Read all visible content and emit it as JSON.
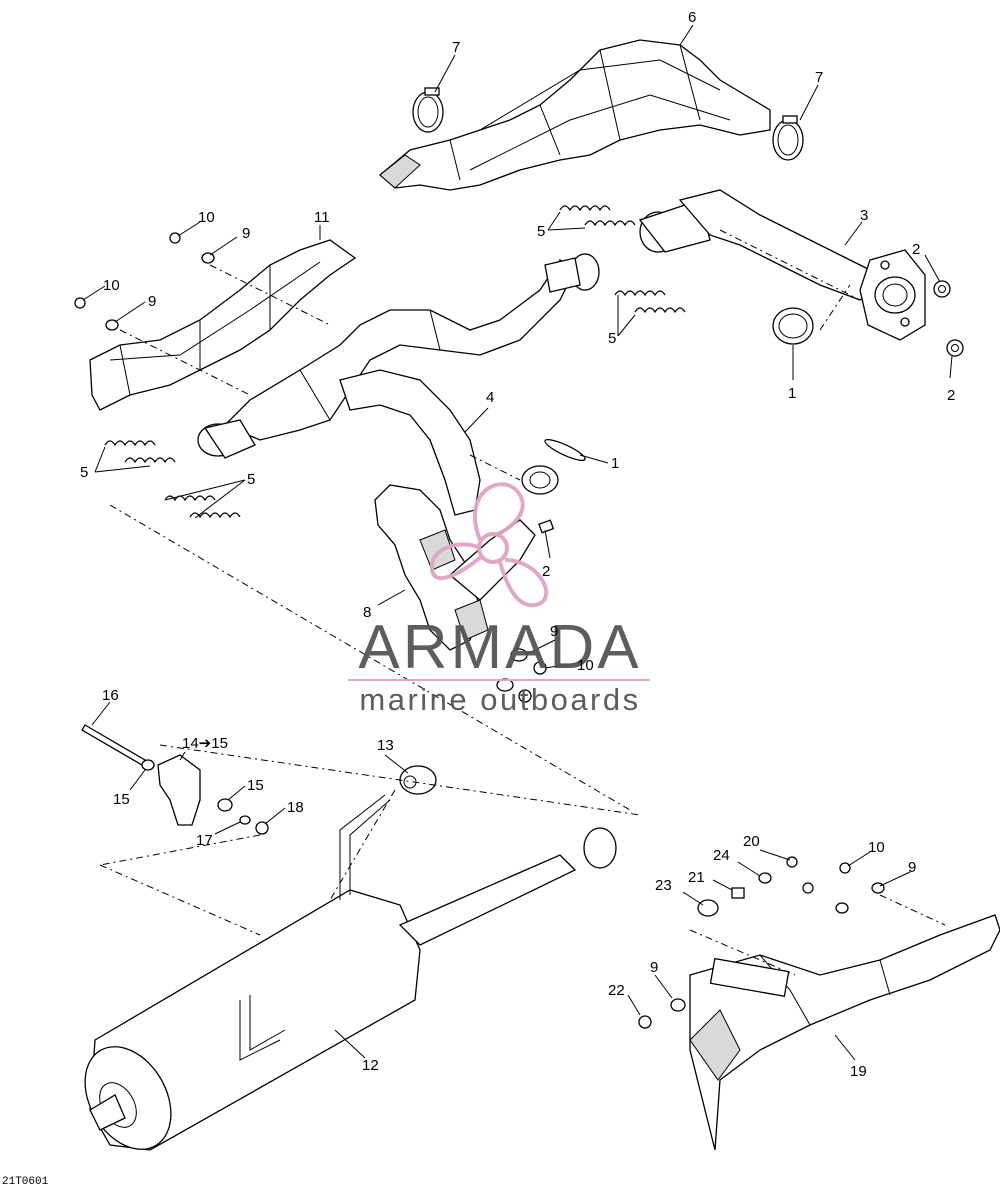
{
  "labels": {
    "l1a": "1",
    "l1b": "1",
    "l2a": "2",
    "l2b": "2",
    "l2c": "2",
    "l3": "3",
    "l4": "4",
    "l5a": "5",
    "l5b": "5",
    "l5c": "5",
    "l5d": "5",
    "l6": "6",
    "l7a": "7",
    "l7b": "7",
    "l8": "8",
    "l9a": "9",
    "l9b": "9",
    "l9c": "9",
    "l9d": "9",
    "l9e": "9",
    "l10a": "10",
    "l10b": "10",
    "l10c": "10",
    "l10d": "10",
    "l11": "11",
    "l12": "12",
    "l13": "13",
    "l14": "14➔15",
    "l15a": "15",
    "l15b": "15",
    "l16": "16",
    "l17": "17",
    "l18": "18",
    "l19": "19",
    "l20": "20",
    "l21": "21",
    "l22": "22",
    "l23": "23",
    "l24": "24"
  },
  "watermark": {
    "brand": "ARMADA",
    "tagline": "marine outboards",
    "accent_color": "#e0a4c4",
    "text_color": "#555555"
  },
  "figure_code": "21T0601"
}
